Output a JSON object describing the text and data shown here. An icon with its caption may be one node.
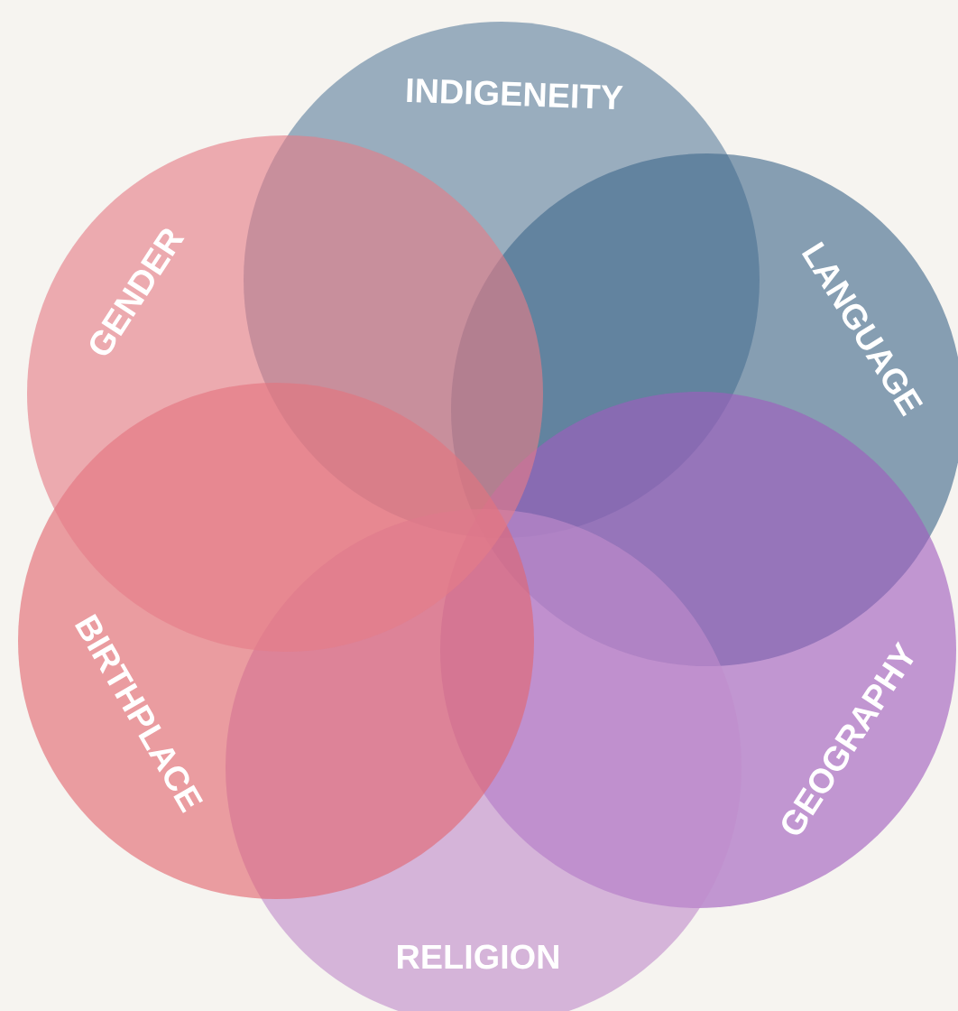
{
  "diagram": {
    "nodes": [
      {
        "text": [
          "INDIGENEITY"
        ]
      },
      {
        "text": [
          "LANGUAGE"
        ]
      },
      {
        "text": [
          "GEOGRAPHY"
        ]
      },
      {
        "text": [
          "RELIGION"
        ]
      },
      {
        "text": [
          "BIRTHPLACE"
        ]
      },
      {
        "text": [
          "GENDER"
        ]
      }
    ]
  }
}
